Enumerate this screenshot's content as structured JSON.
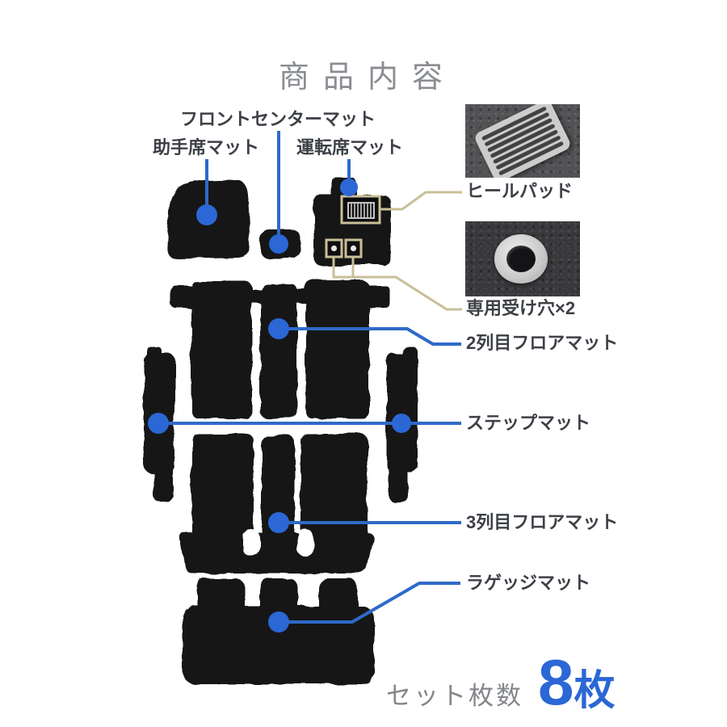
{
  "title": "商品内容",
  "colors": {
    "accent_blue": "#2b67d5",
    "callout_line_blue": "#2e6ac9",
    "callout_line_tan": "#c9bf98",
    "label_text": "#3d4046",
    "muted_text": "#8a8d92",
    "mat_black": "#141416"
  },
  "front_section": {
    "center_mat_label": "フロントセンターマット",
    "passenger_mat_label": "助手席マット",
    "driver_mat_label": "運転席マット"
  },
  "detail_callouts": {
    "heel_pad_label": "ヒールパッド",
    "receiving_holes_label": "専用受け穴×2"
  },
  "mat_callouts": {
    "second_row_label": "2列目フロアマット",
    "step_label": "ステップマット",
    "third_row_label": "3列目フロアマット",
    "luggage_label": "ラゲッジマット"
  },
  "set_count": {
    "label": "セット枚数",
    "number": "8",
    "unit": "枚"
  }
}
